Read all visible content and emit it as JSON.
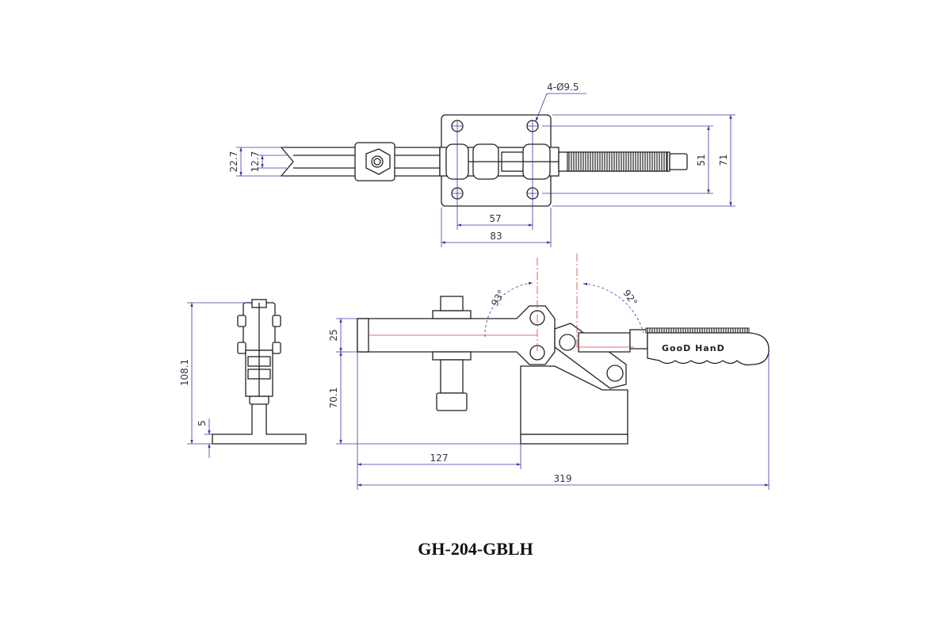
{
  "model": "GH-204-GBLH",
  "brand_label": "GooD HanD",
  "top_view": {
    "hole_callout": "4-Ø9.5",
    "dim_hole_spacing_x": "57",
    "dim_base_width": "83",
    "dim_hole_spacing_y": "51",
    "dim_base_height": "71",
    "dim_spindle_outer": "22.7",
    "dim_spindle_inner": "12.7"
  },
  "side_view": {
    "dim_angle_open": "93°",
    "dim_angle_handle": "92°",
    "dim_arm_height": "25",
    "dim_pivot_height": "70.1",
    "dim_reach": "127",
    "dim_total_length": "319"
  },
  "end_view": {
    "dim_total_height": "108.1",
    "dim_base_thickness": "5"
  }
}
